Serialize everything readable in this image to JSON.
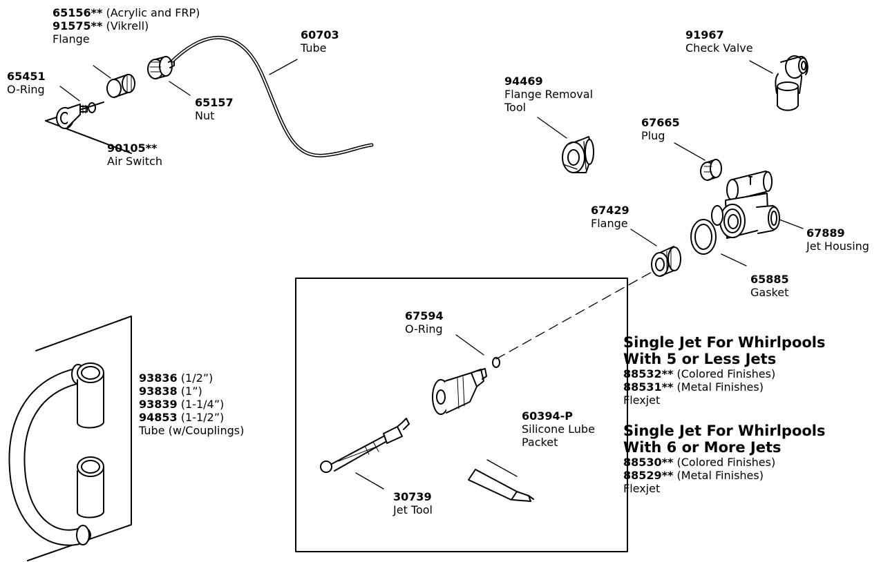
{
  "parts": {
    "flange_acrylic": {
      "number": "65156**",
      "note": "(Acrylic and FRP)"
    },
    "flange_vikrell": {
      "number": "91575**",
      "note": "(Vikrell)"
    },
    "flange_name": "Flange",
    "oring_small": {
      "number": "65451",
      "name": "O-Ring"
    },
    "air_switch": {
      "number": "90105**",
      "name": "Air Switch"
    },
    "nut": {
      "number": "65157",
      "name": "Nut"
    },
    "tube": {
      "number": "60703",
      "name": "Tube"
    },
    "check_valve": {
      "number": "91967",
      "name": "Check Valve"
    },
    "removal_tool": {
      "number": "94469",
      "name_line1": "Flange Removal",
      "name_line2": "Tool"
    },
    "plug": {
      "number": "67665",
      "name": "Plug"
    },
    "flange2": {
      "number": "67429",
      "name": "Flange"
    },
    "jet_housing": {
      "number": "67889",
      "name": "Jet Housing"
    },
    "gasket": {
      "number": "65885",
      "name": "Gasket"
    },
    "oring_jet": {
      "number": "67594",
      "name": "O-Ring"
    },
    "lube": {
      "number": "60394-P",
      "name_line1": "Silicone Lube",
      "name_line2": "Packet"
    },
    "jet_tool": {
      "number": "30739",
      "name": "Jet Tool"
    },
    "tube_couplings": {
      "items": [
        {
          "number": "93836",
          "size": "(1/2”)"
        },
        {
          "number": "93838",
          "size": "(1”)"
        },
        {
          "number": "93839",
          "size": "(1-1/4”)"
        },
        {
          "number": "94853",
          "size": "(1-1/2”)"
        }
      ],
      "name": "Tube (w/Couplings)"
    }
  },
  "jets": {
    "group1": {
      "heading_line1": "Single Jet For Whirlpools",
      "heading_line2": "With 5 or Less Jets",
      "colored": {
        "number": "88532**",
        "note": "(Colored Finishes)"
      },
      "metal": {
        "number": "88531**",
        "note": "(Metal Finishes)"
      },
      "name": "Flexjet"
    },
    "group2": {
      "heading_line1": "Single Jet For Whirlpools",
      "heading_line2": "With 6 or More Jets",
      "colored": {
        "number": "88530**",
        "note": "(Colored Finishes)"
      },
      "metal": {
        "number": "88529**",
        "note": "(Metal Finishes)"
      },
      "name": "Flexjet"
    }
  }
}
